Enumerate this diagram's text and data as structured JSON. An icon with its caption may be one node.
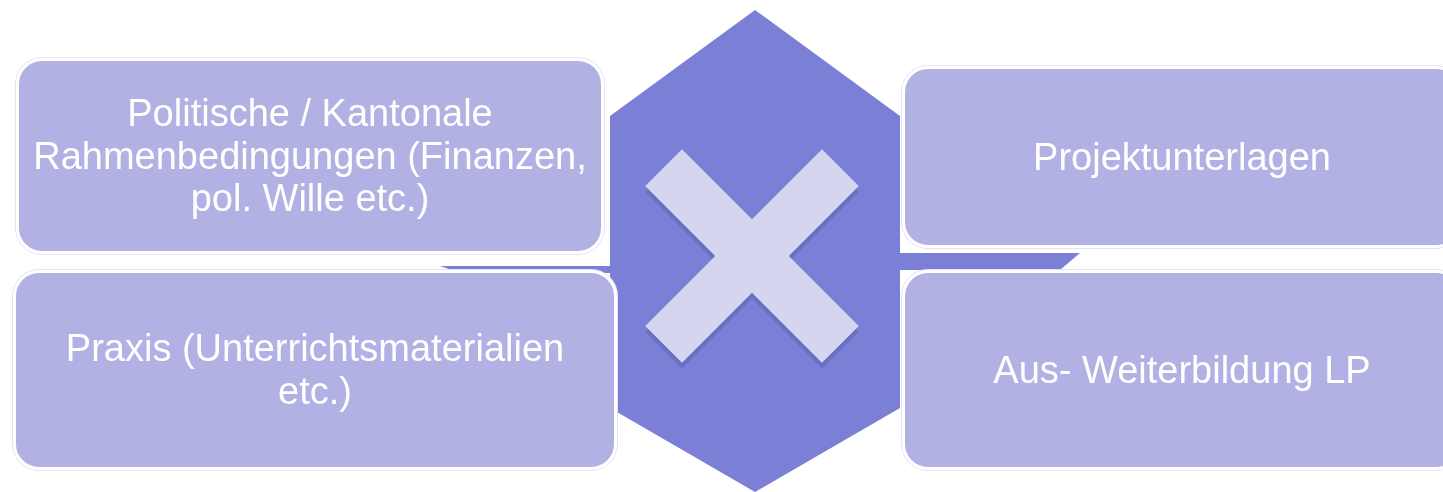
{
  "diagram": {
    "nodes": [
      {
        "text": [],
        "shape": "hexagon"
      },
      {
        "text": [
          "Politische / Kantonale Rahmenbedingungen (Finanzen, pol. Wille etc.)"
        ]
      },
      {
        "text": [
          "Projektunterlagen"
        ]
      },
      {
        "text": [
          "Praxis (Unterrichtsmaterialien etc.)"
        ]
      },
      {
        "text": [
          "Aus- Weiterbildung LP"
        ]
      }
    ]
  }
}
